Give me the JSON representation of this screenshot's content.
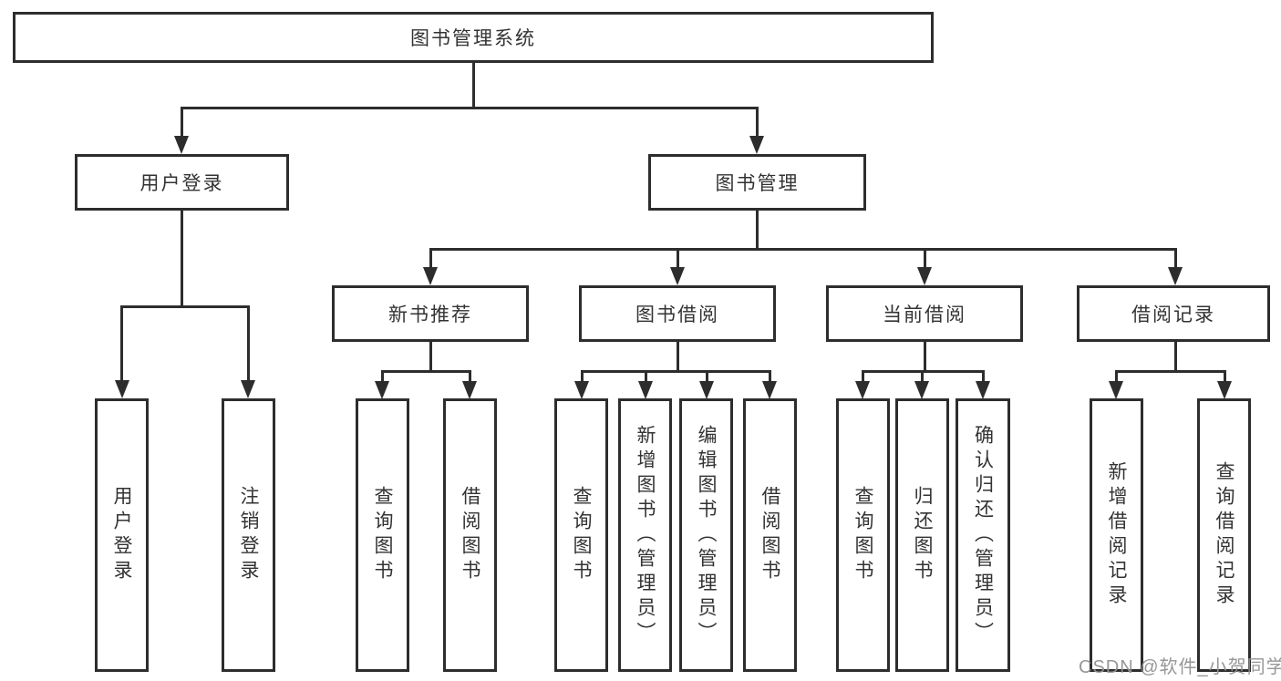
{
  "diagram": {
    "root_label": "图书管理系统",
    "branches": [
      {
        "label": "用户登录",
        "children": [
          "用户登录",
          "注销登录"
        ]
      },
      {
        "label": "图书管理",
        "sections": [
          {
            "label": "新书推荐",
            "children": [
              "查询图书",
              "借阅图书"
            ]
          },
          {
            "label": "图书借阅",
            "children": [
              "查询图书",
              "新增图书（管理员）",
              "编辑图书（管理员）",
              "借阅图书"
            ]
          },
          {
            "label": "当前借阅",
            "children": [
              "查询图书",
              "归还图书",
              "确认归还（管理员）"
            ]
          },
          {
            "label": "借阅记录",
            "children": [
              "新增借阅记录",
              "查询借阅记录"
            ]
          }
        ]
      }
    ]
  },
  "watermark": {
    "text": "CSDN @软件_小贺同学"
  },
  "colors": {
    "line": "#2d2d2d",
    "text": "#333333",
    "background": "#ffffff",
    "watermark": "#919191"
  }
}
